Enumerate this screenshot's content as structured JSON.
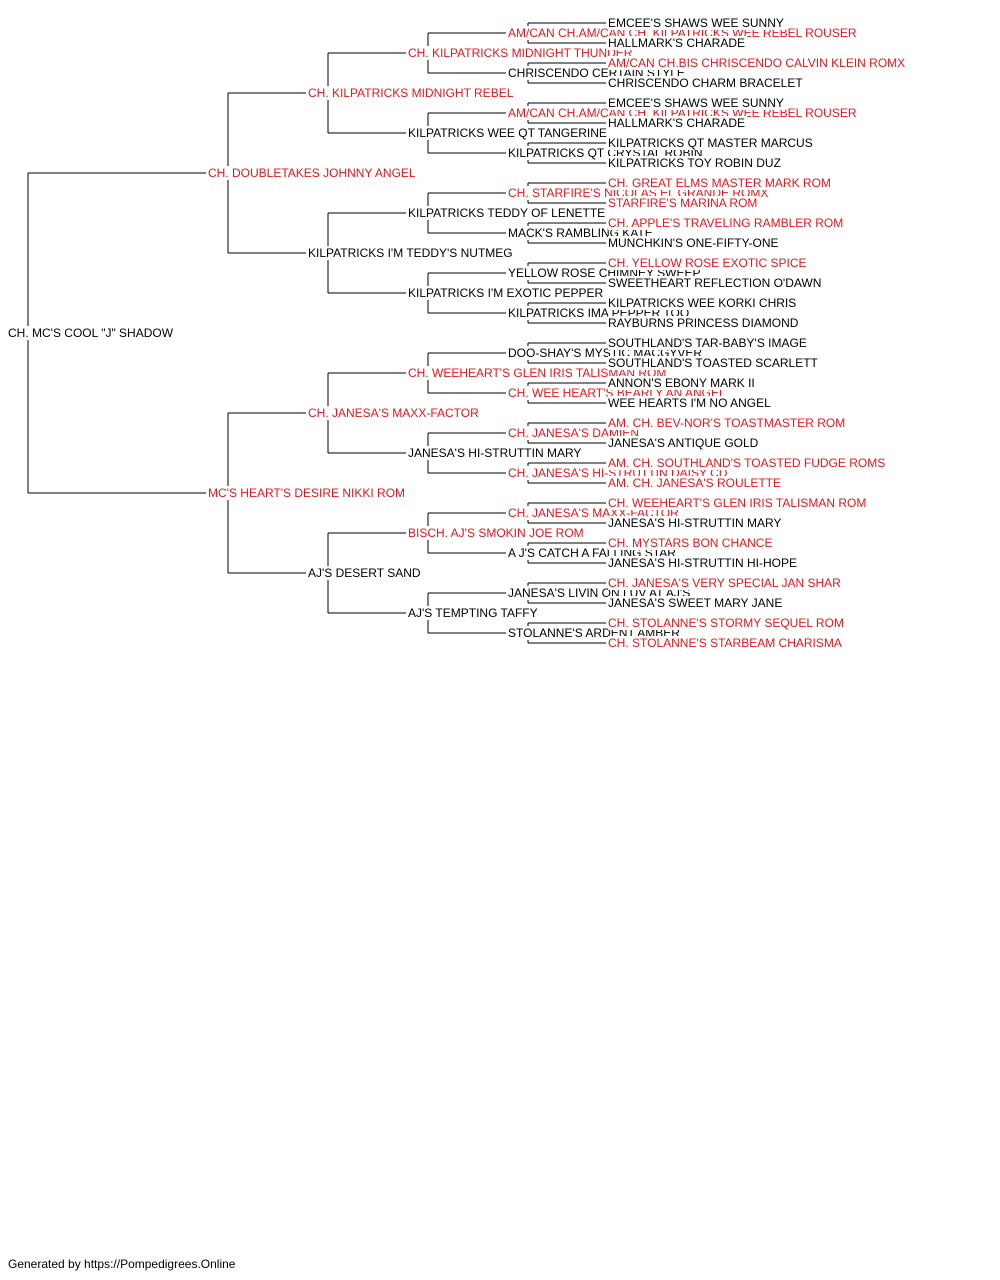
{
  "subject": {
    "name": "CH. MC'S COOL \"J\" SHADOW",
    "champion": false
  },
  "sire": {
    "name": "CH. DOUBLETAKES JOHNNY ANGEL",
    "champion": true
  },
  "dam": {
    "name": "MC'S HEART'S DESIRE NIKKI ROM",
    "champion": true
  },
  "generation2": [
    {
      "name": "CH. KILPATRICKS MIDNIGHT REBEL",
      "champion": true
    },
    {
      "name": "KILPATRICKS I'M TEDDY'S NUTMEG",
      "champion": false
    },
    {
      "name": "CH. JANESA'S MAXX-FACTOR",
      "champion": true
    },
    {
      "name": "AJ'S DESERT SAND",
      "champion": false
    }
  ],
  "generation3": [
    {
      "name": "CH. KILPATRICKS MIDNIGHT THUNDER",
      "champion": true
    },
    {
      "name": "KILPATRICKS WEE QT TANGERINE",
      "champion": false
    },
    {
      "name": "KILPATRICKS TEDDY OF LENETTE",
      "champion": false
    },
    {
      "name": "KILPATRICKS I'M EXOTIC PEPPER",
      "champion": false
    },
    {
      "name": "CH. WEEHEART'S GLEN IRIS TALISMAN ROM",
      "champion": true
    },
    {
      "name": "JANESA'S HI-STRUTTIN MARY",
      "champion": false
    },
    {
      "name": "BISCH. AJ'S SMOKIN JOE ROM",
      "champion": true
    },
    {
      "name": "AJ'S TEMPTING TAFFY",
      "champion": false
    }
  ],
  "generation4": [
    {
      "name": "AM/CAN CH.AM/CAN CH. KILPATRICKS WEE REBEL ROUSER",
      "champion": true
    },
    {
      "name": "CHRISCENDO CERTAIN STYLE",
      "champion": false
    },
    {
      "name": "AM/CAN CH.AM/CAN CH. KILPATRICKS WEE REBEL ROUSER",
      "champion": true
    },
    {
      "name": "KILPATRICKS QT CRYSTAL ROBIN",
      "champion": false
    },
    {
      "name": "CH. STARFIRE'S NICOLAS EL GRANDE ROMX",
      "champion": true
    },
    {
      "name": "MACK'S RAMBLING KATE",
      "champion": false
    },
    {
      "name": "YELLOW ROSE CHIMNEY SWEEP",
      "champion": false
    },
    {
      "name": "KILPATRICKS IMA PEPPER TOO",
      "champion": false
    },
    {
      "name": "DOO-SHAY'S MYSTIC MACGYVER",
      "champion": false
    },
    {
      "name": "CH. WEE HEART'S BEARLY AN ANGEL",
      "champion": true
    },
    {
      "name": "CH. JANESA'S DAMIEN",
      "champion": true
    },
    {
      "name": "CH. JANESA'S HI-STRUTTIN DAISY CD",
      "champion": true
    },
    {
      "name": "CH. JANESA'S MAXX-FACTOR",
      "champion": true
    },
    {
      "name": "A J'S CATCH A FALLING STAR",
      "champion": false
    },
    {
      "name": "JANESA'S LIVIN ON LUV AT AJ'S",
      "champion": false
    },
    {
      "name": "STOLANNE'S ARDENT AMBER",
      "champion": false
    }
  ],
  "generation5": [
    {
      "name": "EMCEE'S SHAWS WEE SUNNY",
      "champion": false
    },
    {
      "name": "HALLMARK'S CHARADE",
      "champion": false
    },
    {
      "name": "AM/CAN CH.BIS CHRISCENDO CALVIN KLEIN ROMX",
      "champion": true
    },
    {
      "name": "CHRISCENDO CHARM BRACELET",
      "champion": false
    },
    {
      "name": "EMCEE'S SHAWS WEE SUNNY",
      "champion": false
    },
    {
      "name": "HALLMARK'S CHARADE",
      "champion": false
    },
    {
      "name": "KILPATRICKS QT MASTER MARCUS",
      "champion": false
    },
    {
      "name": "KILPATRICKS TOY ROBIN DUZ",
      "champion": false
    },
    {
      "name": "CH. GREAT ELMS MASTER MARK ROM",
      "champion": true
    },
    {
      "name": "STARFIRE'S MARINA ROM",
      "champion": true
    },
    {
      "name": "CH. APPLE'S TRAVELING RAMBLER ROM",
      "champion": true
    },
    {
      "name": "MUNCHKIN'S ONE-FIFTY-ONE",
      "champion": false
    },
    {
      "name": "CH. YELLOW ROSE EXOTIC SPICE",
      "champion": true
    },
    {
      "name": "SWEETHEART REFLECTION O'DAWN",
      "champion": false
    },
    {
      "name": "KILPATRICKS WEE KORKI CHRIS",
      "champion": false
    },
    {
      "name": "RAYBURNS PRINCESS DIAMOND",
      "champion": false
    },
    {
      "name": "SOUTHLAND'S TAR-BABY'S IMAGE",
      "champion": false
    },
    {
      "name": "SOUTHLAND'S TOASTED SCARLETT",
      "champion": false
    },
    {
      "name": "ANNON'S EBONY MARK II",
      "champion": false
    },
    {
      "name": "WEE HEARTS I'M NO ANGEL",
      "champion": false
    },
    {
      "name": "AM. CH. BEV-NOR'S TOASTMASTER ROM",
      "champion": true
    },
    {
      "name": "JANESA'S ANTIQUE GOLD",
      "champion": false
    },
    {
      "name": "AM. CH. SOUTHLAND'S TOASTED FUDGE ROMS",
      "champion": true
    },
    {
      "name": "AM. CH. JANESA'S ROULETTE",
      "champion": true
    },
    {
      "name": "CH. WEEHEART'S GLEN IRIS TALISMAN ROM",
      "champion": true
    },
    {
      "name": "JANESA'S HI-STRUTTIN MARY",
      "champion": false
    },
    {
      "name": "CH. MYSTARS BON CHANCE",
      "champion": true
    },
    {
      "name": "JANESA'S HI-STRUTTIN HI-HOPE",
      "champion": false
    },
    {
      "name": "CH. JANESA'S VERY SPECIAL JAN SHAR",
      "champion": true
    },
    {
      "name": "JANESA'S SWEET MARY JANE",
      "champion": false
    },
    {
      "name": "CH. STOLANNE'S STORMY SEQUEL ROM",
      "champion": true
    },
    {
      "name": "CH. STOLANNE'S STARBEAM CHARISMA",
      "champion": true
    }
  ],
  "colors": {
    "champion": "#e8141a",
    "regular": "#000000",
    "line": "#000000"
  },
  "footer": "Generated by https://Pompedigrees.Online"
}
